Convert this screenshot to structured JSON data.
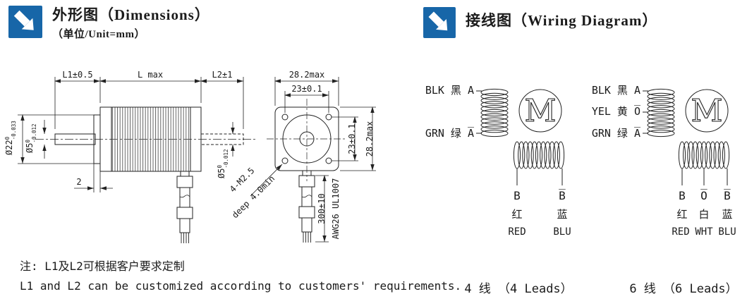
{
  "page": {
    "bg": "#ffffff",
    "line_color": "#222222",
    "accent_blue": "#1766a8"
  },
  "dimensions_section": {
    "icon": "arrow-se-icon",
    "title": "外形图（Dimensions）",
    "unit_note": "（单位/Unit=mm）",
    "side_view": {
      "dim_l1": "L1±0.5",
      "dim_l_max": "L max",
      "dim_l2": "L2±1",
      "dia_pilot": {
        "base": "Ø22",
        "sup": "0",
        "sub": "-0.033"
      },
      "dia_shaft_front": {
        "base": "Ø5",
        "sup": "0",
        "sub": "-0.012"
      },
      "dia_shaft_rear": {
        "base": "Ø5",
        "sup": "0",
        "sub": "-0.012"
      },
      "dim_pilot_length": "2"
    },
    "front_view": {
      "dim_width_max": "28.2max",
      "dim_hole_span_h": "23±0.1",
      "dim_hole_span_v": "23±0.1",
      "dim_height_max": "28.2max",
      "thread_spec": "4-M2.5",
      "thread_depth": "deep 4.0min",
      "cable_length": "300±10",
      "cable_spec": "AWG26 UL1007"
    },
    "note_zh": "注: L1及L2可根据客户要求定制",
    "note_en": "L1 and L2 can be customized according to customers' requirements."
  },
  "wiring_section": {
    "icon": "arrow-se-icon",
    "title": "接线图（Wiring Diagram）",
    "four_lead": {
      "lead_a": "BLK 黑 A",
      "lead_a_bar": "GRN 绿 A̅",
      "motor_symbol": "M",
      "b_terminal": "B",
      "b_bar_terminal": "B̅",
      "b_color_zh": "红",
      "b_bar_color_zh": "蓝",
      "b_color_en": "RED",
      "b_bar_color_en": "BLU",
      "caption": "4 线 （4 Leads）"
    },
    "six_lead": {
      "lead_a": "BLK 黑 A",
      "lead_o_bar": "YEL 黄 O̅",
      "lead_a_bar": "GRN 绿 A̅",
      "motor_symbol": "M",
      "b_terminal": "B",
      "o_bar_terminal": "O̅",
      "b_bar_terminal": "B̅",
      "b_color_zh": "红",
      "o_color_zh": "白",
      "b_bar_color_zh": "蓝",
      "b_color_en": "RED",
      "o_color_en": "WHT",
      "b_bar_color_en": "BLU",
      "caption": "6 线 （6 Leads）"
    }
  }
}
